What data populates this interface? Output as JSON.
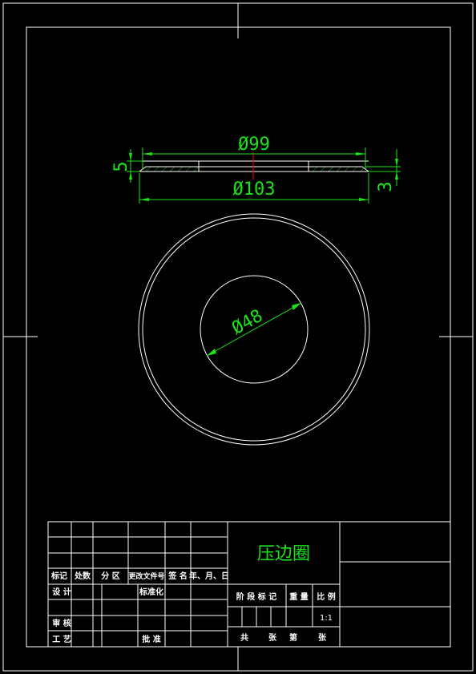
{
  "part_name": "压边圈",
  "dimensions": {
    "inner_top": "Ø99",
    "outer": "Ø103",
    "hole": "Ø48",
    "height_left": "5",
    "height_right": "3"
  },
  "title_block": {
    "rev_headers": [
      "标记",
      "处数",
      "分 区",
      "更改文件号",
      "签 名",
      "年、月、日"
    ],
    "design": "设 计",
    "standardization": "标准化",
    "review": "审 核",
    "process": "工 艺",
    "approve": "批 准",
    "stage_mark": "阶 段 标 记",
    "weight": "重 量",
    "scale_label": "比 例",
    "scale_value": "1:1",
    "total": "共",
    "sheet": "张",
    "page": "第",
    "sheet2": "张"
  },
  "colors": {
    "background": "#000000",
    "lines": "#ffffff",
    "dimensions": "#19e619",
    "centerline": "#ff0000"
  }
}
